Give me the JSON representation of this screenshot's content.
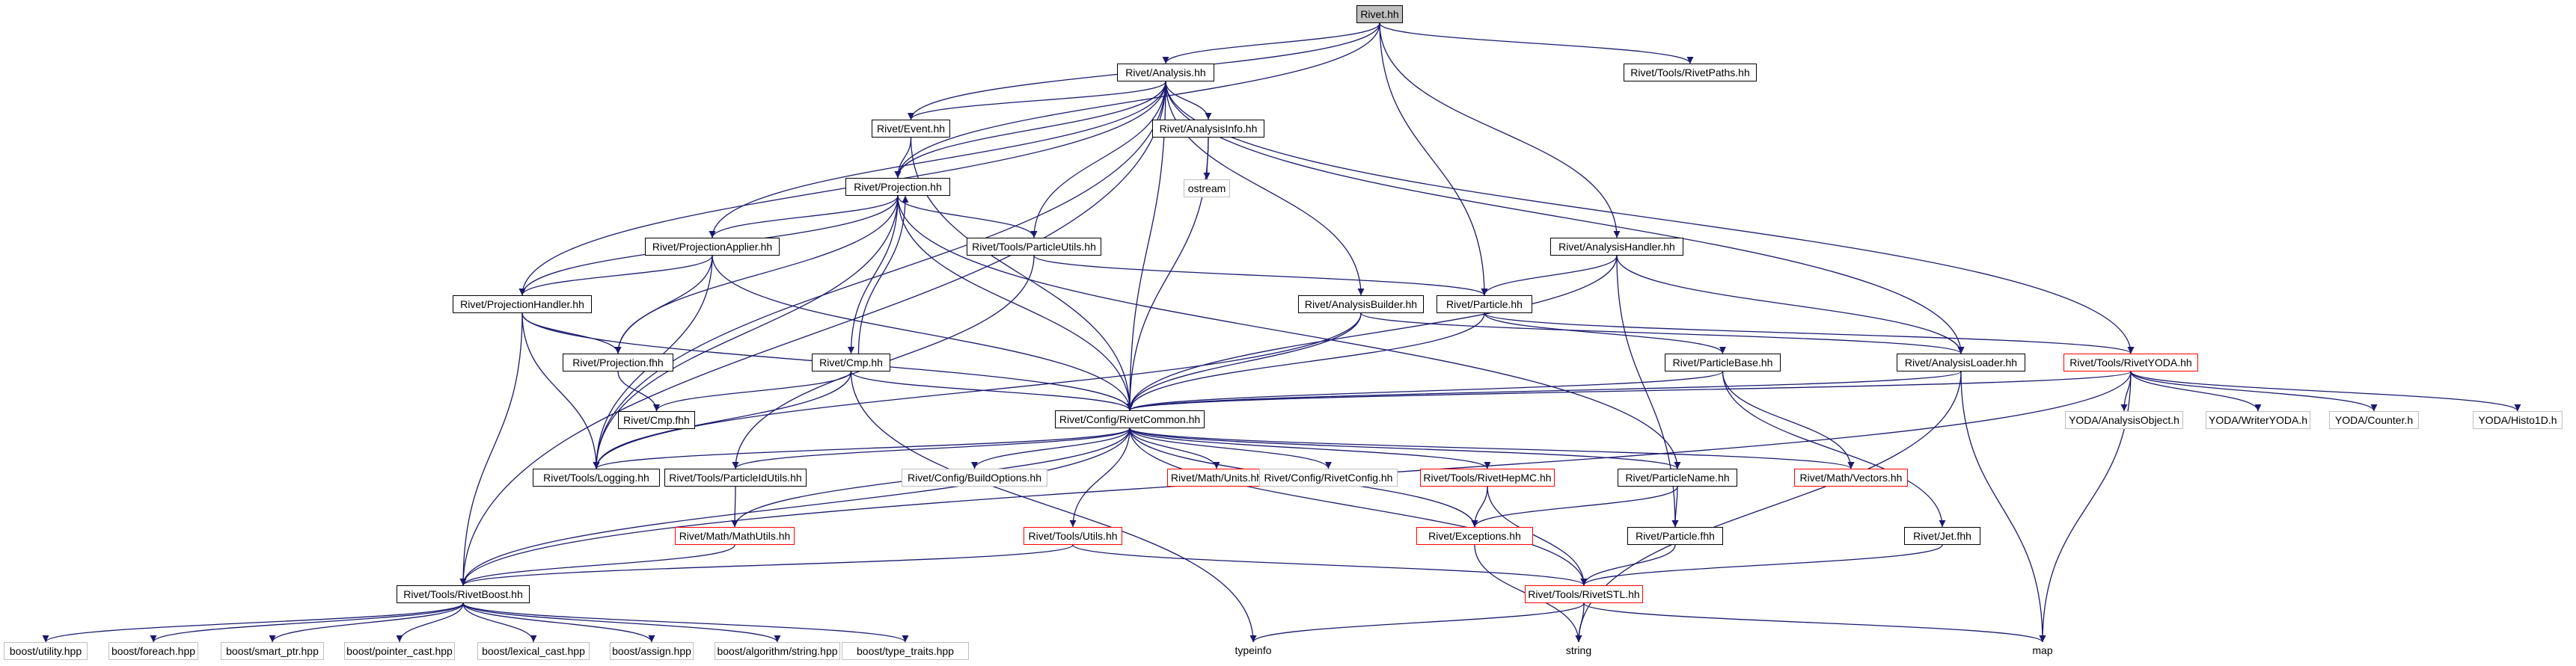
{
  "graph": {
    "edge_color": "#191970",
    "nodes": [
      {
        "id": "rivet_hh",
        "label": "Rivet.hh",
        "style": "root"
      },
      {
        "id": "analysis_hh",
        "label": "Rivet/Analysis.hh",
        "style": "normal"
      },
      {
        "id": "rivetpaths",
        "label": "Rivet/Tools/RivetPaths.hh",
        "style": "normal"
      },
      {
        "id": "event_hh",
        "label": "Rivet/Event.hh",
        "style": "normal"
      },
      {
        "id": "analysisinfo",
        "label": "Rivet/AnalysisInfo.hh",
        "style": "normal"
      },
      {
        "id": "ostream",
        "label": "ostream",
        "style": "ext"
      },
      {
        "id": "projection_hh",
        "label": "Rivet/Projection.hh",
        "style": "normal"
      },
      {
        "id": "projapplier",
        "label": "Rivet/ProjectionApplier.hh",
        "style": "normal"
      },
      {
        "id": "particleutils",
        "label": "Rivet/Tools/ParticleUtils.hh",
        "style": "normal"
      },
      {
        "id": "analysishandler",
        "label": "Rivet/AnalysisHandler.hh",
        "style": "normal"
      },
      {
        "id": "projhandler",
        "label": "Rivet/ProjectionHandler.hh",
        "style": "normal"
      },
      {
        "id": "analysisbuilder",
        "label": "Rivet/AnalysisBuilder.hh",
        "style": "normal"
      },
      {
        "id": "particle_hh",
        "label": "Rivet/Particle.hh",
        "style": "normal"
      },
      {
        "id": "projection_fhh",
        "label": "Rivet/Projection.fhh",
        "style": "normal"
      },
      {
        "id": "cmp_hh",
        "label": "Rivet/Cmp.hh",
        "style": "normal"
      },
      {
        "id": "particlebase",
        "label": "Rivet/ParticleBase.hh",
        "style": "normal"
      },
      {
        "id": "analysisloader",
        "label": "Rivet/AnalysisLoader.hh",
        "style": "normal"
      },
      {
        "id": "rivetyoda",
        "label": "Rivet/Tools/RivetYODA.hh",
        "style": "red"
      },
      {
        "id": "cmp_fhh",
        "label": "Rivet/Cmp.fhh",
        "style": "normal"
      },
      {
        "id": "rivetcommon",
        "label": "Rivet/Config/RivetCommon.hh",
        "style": "normal"
      },
      {
        "id": "yoda_ao",
        "label": "YODA/AnalysisObject.h",
        "style": "ext"
      },
      {
        "id": "yoda_writer",
        "label": "YODA/WriterYODA.h",
        "style": "ext"
      },
      {
        "id": "yoda_counter",
        "label": "YODA/Counter.h",
        "style": "ext"
      },
      {
        "id": "yoda_histo",
        "label": "YODA/Histo1D.h",
        "style": "ext"
      },
      {
        "id": "logging",
        "label": "Rivet/Tools/Logging.hh",
        "style": "normal"
      },
      {
        "id": "particleidutils",
        "label": "Rivet/Tools/ParticleIdUtils.hh",
        "style": "normal"
      },
      {
        "id": "buildoptions",
        "label": "Rivet/Config/BuildOptions.hh",
        "style": "ext"
      },
      {
        "id": "units",
        "label": "Rivet/Math/Units.hh",
        "style": "red"
      },
      {
        "id": "rivetconfig",
        "label": "Rivet/Config/RivetConfig.hh",
        "style": "ext"
      },
      {
        "id": "rivethepmc",
        "label": "Rivet/Tools/RivetHepMC.hh",
        "style": "red"
      },
      {
        "id": "particlename",
        "label": "Rivet/ParticleName.hh",
        "style": "normal"
      },
      {
        "id": "vectors",
        "label": "Rivet/Math/Vectors.hh",
        "style": "red"
      },
      {
        "id": "mathutils",
        "label": "Rivet/Math/MathUtils.hh",
        "style": "red"
      },
      {
        "id": "utils",
        "label": "Rivet/Tools/Utils.hh",
        "style": "red"
      },
      {
        "id": "exceptions",
        "label": "Rivet/Exceptions.hh",
        "style": "red"
      },
      {
        "id": "particle_fhh",
        "label": "Rivet/Particle.fhh",
        "style": "normal"
      },
      {
        "id": "jet_fhh",
        "label": "Rivet/Jet.fhh",
        "style": "normal"
      },
      {
        "id": "rivetboost",
        "label": "Rivet/Tools/RivetBoost.hh",
        "style": "normal"
      },
      {
        "id": "rivetstl",
        "label": "Rivet/Tools/RivetSTL.hh",
        "style": "red"
      },
      {
        "id": "b_utility",
        "label": "boost/utility.hpp",
        "style": "ext"
      },
      {
        "id": "b_foreach",
        "label": "boost/foreach.hpp",
        "style": "ext"
      },
      {
        "id": "b_smartptr",
        "label": "boost/smart_ptr.hpp",
        "style": "ext"
      },
      {
        "id": "b_pointercast",
        "label": "boost/pointer_cast.hpp",
        "style": "ext"
      },
      {
        "id": "b_lexical",
        "label": "boost/lexical_cast.hpp",
        "style": "ext"
      },
      {
        "id": "b_assign",
        "label": "boost/assign.hpp",
        "style": "ext"
      },
      {
        "id": "b_algostring",
        "label": "boost/algorithm/string.hpp",
        "style": "ext"
      },
      {
        "id": "b_typetraits",
        "label": "boost/type_traits.hpp",
        "style": "ext"
      },
      {
        "id": "typeinfo",
        "label": "typeinfo",
        "style": "plain"
      },
      {
        "id": "string",
        "label": "string",
        "style": "plain"
      },
      {
        "id": "map",
        "label": "map",
        "style": "plain"
      }
    ],
    "edges": [
      [
        "rivet_hh",
        "analysis_hh"
      ],
      [
        "rivet_hh",
        "rivetpaths"
      ],
      [
        "rivet_hh",
        "event_hh"
      ],
      [
        "rivet_hh",
        "projection_hh"
      ],
      [
        "rivet_hh",
        "analysishandler"
      ],
      [
        "rivet_hh",
        "particle_hh"
      ],
      [
        "analysis_hh",
        "event_hh"
      ],
      [
        "analysis_hh",
        "analysisinfo"
      ],
      [
        "analysis_hh",
        "projection_hh"
      ],
      [
        "analysis_hh",
        "projapplier"
      ],
      [
        "analysis_hh",
        "particleutils"
      ],
      [
        "analysis_hh",
        "projhandler"
      ],
      [
        "analysis_hh",
        "analysisbuilder"
      ],
      [
        "analysis_hh",
        "analysisloader"
      ],
      [
        "analysis_hh",
        "rivetyoda"
      ],
      [
        "analysis_hh",
        "rivetcommon"
      ],
      [
        "analysis_hh",
        "logging"
      ],
      [
        "analysis_hh",
        "rivetboost"
      ],
      [
        "event_hh",
        "projection_hh"
      ],
      [
        "event_hh",
        "rivetcommon"
      ],
      [
        "analysisinfo",
        "ostream"
      ],
      [
        "analysisinfo",
        "rivetcommon"
      ],
      [
        "projection_hh",
        "projapplier"
      ],
      [
        "projection_hh",
        "particleutils"
      ],
      [
        "projection_hh",
        "projhandler"
      ],
      [
        "projection_hh",
        "projection_fhh"
      ],
      [
        "projection_hh",
        "cmp_hh"
      ],
      [
        "projection_hh",
        "rivetcommon"
      ],
      [
        "projection_hh",
        "logging"
      ],
      [
        "projection_hh",
        "particlename"
      ],
      [
        "projapplier",
        "projhandler"
      ],
      [
        "projapplier",
        "projection_fhh"
      ],
      [
        "projapplier",
        "rivetcommon"
      ],
      [
        "projapplier",
        "logging"
      ],
      [
        "particleutils",
        "particle_hh"
      ],
      [
        "particleutils",
        "particleidutils"
      ],
      [
        "analysishandler",
        "particle_hh"
      ],
      [
        "analysishandler",
        "analysisloader"
      ],
      [
        "analysishandler",
        "rivetcommon"
      ],
      [
        "analysishandler",
        "particle_fhh"
      ],
      [
        "projhandler",
        "projection_fhh"
      ],
      [
        "projhandler",
        "rivetcommon"
      ],
      [
        "projhandler",
        "logging"
      ],
      [
        "projhandler",
        "rivetboost"
      ],
      [
        "analysisbuilder",
        "analysisloader"
      ],
      [
        "analysisbuilder",
        "rivetcommon"
      ],
      [
        "analysisbuilder",
        "logging"
      ],
      [
        "particle_hh",
        "particlebase"
      ],
      [
        "particle_hh",
        "rivetyoda"
      ],
      [
        "particle_hh",
        "rivetcommon"
      ],
      [
        "projection_fhh",
        "cmp_fhh"
      ],
      [
        "cmp_hh",
        "projection_hh"
      ],
      [
        "cmp_hh",
        "cmp_fhh"
      ],
      [
        "cmp_hh",
        "rivetcommon"
      ],
      [
        "cmp_hh",
        "logging"
      ],
      [
        "cmp_hh",
        "typeinfo"
      ],
      [
        "particlebase",
        "rivetcommon"
      ],
      [
        "particlebase",
        "vectors"
      ],
      [
        "particlebase",
        "jet_fhh"
      ],
      [
        "analysisloader",
        "rivetcommon"
      ],
      [
        "analysisloader",
        "string"
      ],
      [
        "analysisloader",
        "map"
      ],
      [
        "rivetyoda",
        "rivetcommon"
      ],
      [
        "rivetyoda",
        "yoda_ao"
      ],
      [
        "rivetyoda",
        "yoda_writer"
      ],
      [
        "rivetyoda",
        "yoda_counter"
      ],
      [
        "rivetyoda",
        "yoda_histo"
      ],
      [
        "rivetyoda",
        "rivetboost"
      ],
      [
        "rivetyoda",
        "map"
      ],
      [
        "rivetcommon",
        "logging"
      ],
      [
        "rivetcommon",
        "particleidutils"
      ],
      [
        "rivetcommon",
        "buildoptions"
      ],
      [
        "rivetcommon",
        "units"
      ],
      [
        "rivetcommon",
        "rivetconfig"
      ],
      [
        "rivetcommon",
        "rivethepmc"
      ],
      [
        "rivetcommon",
        "particlename"
      ],
      [
        "rivetcommon",
        "vectors"
      ],
      [
        "rivetcommon",
        "mathutils"
      ],
      [
        "rivetcommon",
        "utils"
      ],
      [
        "rivetcommon",
        "exceptions"
      ],
      [
        "rivetcommon",
        "rivetboost"
      ],
      [
        "rivetcommon",
        "rivetstl"
      ],
      [
        "particleidutils",
        "mathutils"
      ],
      [
        "rivethepmc",
        "exceptions"
      ],
      [
        "rivethepmc",
        "rivetstl"
      ],
      [
        "particlename",
        "exceptions"
      ],
      [
        "particlename",
        "particle_fhh"
      ],
      [
        "mathutils",
        "rivetboost"
      ],
      [
        "utils",
        "rivetboost"
      ],
      [
        "utils",
        "rivetstl"
      ],
      [
        "exceptions",
        "string"
      ],
      [
        "particle_fhh",
        "rivetstl"
      ],
      [
        "jet_fhh",
        "rivetstl"
      ],
      [
        "rivetstl",
        "typeinfo"
      ],
      [
        "rivetstl",
        "string"
      ],
      [
        "rivetstl",
        "map"
      ],
      [
        "rivetboost",
        "b_utility"
      ],
      [
        "rivetboost",
        "b_foreach"
      ],
      [
        "rivetboost",
        "b_smartptr"
      ],
      [
        "rivetboost",
        "b_pointercast"
      ],
      [
        "rivetboost",
        "b_lexical"
      ],
      [
        "rivetboost",
        "b_assign"
      ],
      [
        "rivetboost",
        "b_algostring"
      ],
      [
        "rivetboost",
        "b_typetraits"
      ]
    ]
  }
}
